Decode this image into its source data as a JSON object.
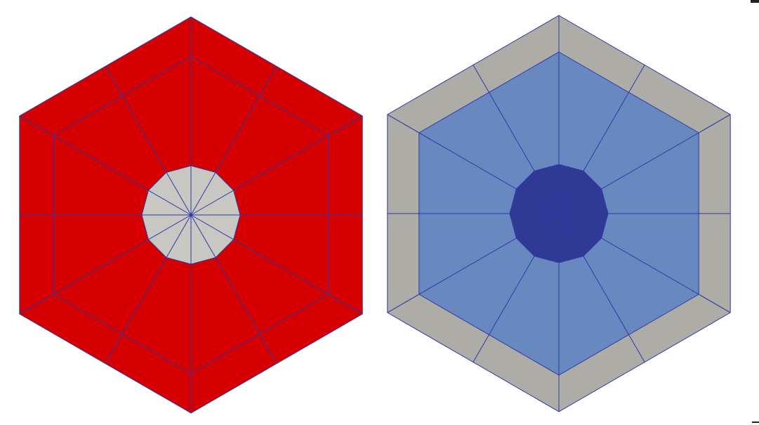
{
  "meshes": [
    {
      "id": "left",
      "rings": [
        {
          "name": "core",
          "fill": "#c9c7c2"
        },
        {
          "name": "inner-ring",
          "fill": "#d60000"
        },
        {
          "name": "outer-ring",
          "fill": "#d60000"
        }
      ]
    },
    {
      "id": "right",
      "rings": [
        {
          "name": "core",
          "fill": "#2e3a94"
        },
        {
          "name": "inner-ring",
          "fill": "#6a88c0"
        },
        {
          "name": "outer-ring",
          "fill": "#aeaca7"
        }
      ]
    }
  ],
  "edge_color": "#2b3aa8",
  "background": "#ffffff"
}
